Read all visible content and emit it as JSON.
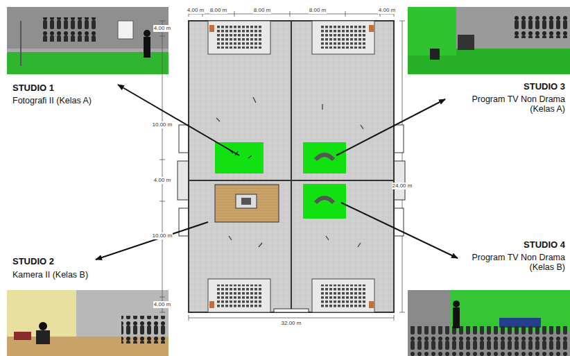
{
  "diagram": {
    "labels": [
      "STUDIO 1",
      "Fotografi II (Kelas A)",
      "4.00 m",
      "8.00 m",
      "8.00 m",
      "8.00 m",
      "4.00 m",
      "STUDIO 3",
      "Program TV Non Drama (Kelas A)",
      "4.00 m",
      "10.00 m",
      "4.00 m",
      "24.00 m",
      "10.00 m",
      "STUDIO 2",
      "Kamera II (Kelas B)",
      "STUDIO 4",
      "Program TV Non Drama (Kelas B)",
      "4.00 m",
      "32.00 m"
    ]
  }
}
